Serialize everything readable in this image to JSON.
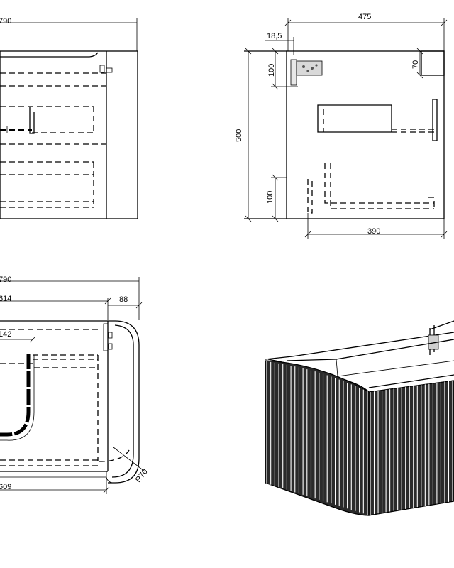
{
  "views": {
    "front": {
      "width_label": "790"
    },
    "side": {
      "depth_label": "475",
      "offset_label": "18,5",
      "top_clearance_label": "100",
      "right_clearance_label": "70",
      "height_label": "500",
      "bottom_clearance_label": "100",
      "inner_depth_label": "390"
    },
    "plan": {
      "width_label": "790",
      "inner_width_label": "614",
      "side_label": "88",
      "cutout_label": "142",
      "radius_label": "R70",
      "bottom_width_label": "609"
    },
    "perspective": {
      "finish": "fluted"
    }
  }
}
